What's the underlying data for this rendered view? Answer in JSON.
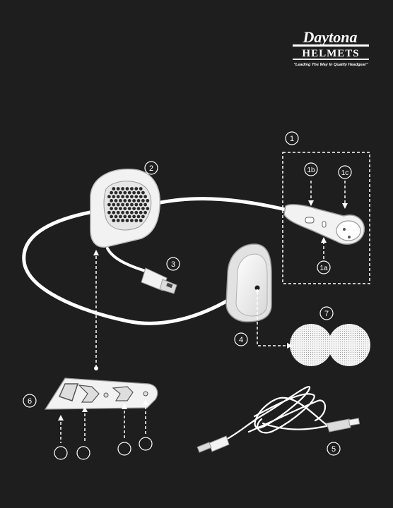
{
  "brand": {
    "script": "Daytona",
    "block": "HELMETS",
    "tagline": "\"Leading The Way In Quality Headgear\""
  },
  "callouts": {
    "c1": "1",
    "c1a": "1a",
    "c1b": "1b",
    "c1c": "1c",
    "c2": "2",
    "c3": "3",
    "c4": "4",
    "c5": "5",
    "c6": "6",
    "c7": "7"
  },
  "colors": {
    "background": "#1e1e1e",
    "line": "#ffffff",
    "fill": "#f2f2f2"
  }
}
